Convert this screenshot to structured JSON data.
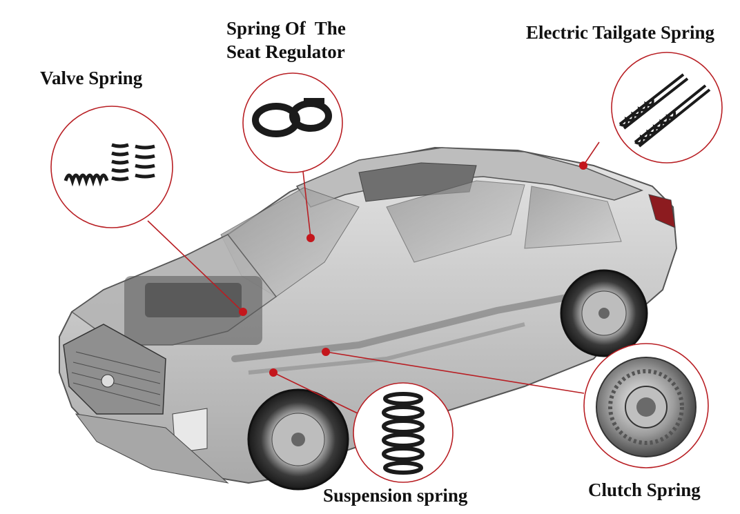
{
  "labels": {
    "valve": "Valve Spring",
    "seat_line1": "Spring Of  The",
    "seat_line2": "Seat Regulator",
    "tailgate": "Electric Tailgate Spring",
    "suspension": "Suspension spring",
    "clutch": "Clutch Spring"
  },
  "colors": {
    "callout": "#b81e23",
    "spring": "#1b1b1b",
    "car_body": "#c9c9c9"
  }
}
